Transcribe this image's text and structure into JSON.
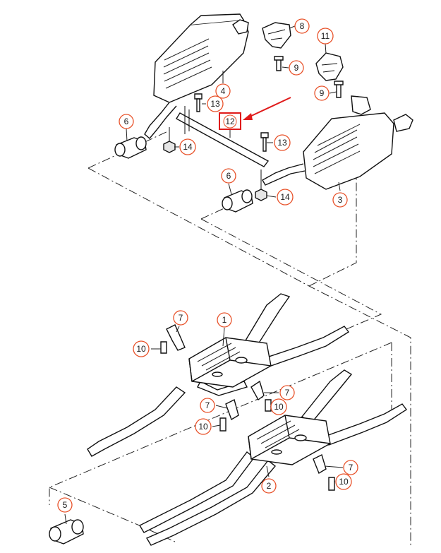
{
  "callouts": [
    {
      "id": "c8",
      "label": "8"
    },
    {
      "id": "c9a",
      "label": "9"
    },
    {
      "id": "c11",
      "label": "11"
    },
    {
      "id": "c9b",
      "label": "9"
    },
    {
      "id": "c4",
      "label": "4"
    },
    {
      "id": "c13a",
      "label": "13"
    },
    {
      "id": "c12",
      "label": "12"
    },
    {
      "id": "c6a",
      "label": "6"
    },
    {
      "id": "c14a",
      "label": "14"
    },
    {
      "id": "c13b",
      "label": "13"
    },
    {
      "id": "c6b",
      "label": "6"
    },
    {
      "id": "c14b",
      "label": "14"
    },
    {
      "id": "c3",
      "label": "3"
    },
    {
      "id": "c7a",
      "label": "7"
    },
    {
      "id": "c1",
      "label": "1"
    },
    {
      "id": "c10a",
      "label": "10"
    },
    {
      "id": "c7b",
      "label": "7"
    },
    {
      "id": "c10b",
      "label": "10"
    },
    {
      "id": "c7c",
      "label": "7"
    },
    {
      "id": "c10c",
      "label": "10"
    },
    {
      "id": "c7d",
      "label": "7"
    },
    {
      "id": "c10d",
      "label": "10"
    },
    {
      "id": "c2",
      "label": "2"
    },
    {
      "id": "c5",
      "label": "5"
    }
  ],
  "highlight": {
    "label": "12",
    "color": "#e01b1b"
  },
  "accent_color": "#e8522a"
}
